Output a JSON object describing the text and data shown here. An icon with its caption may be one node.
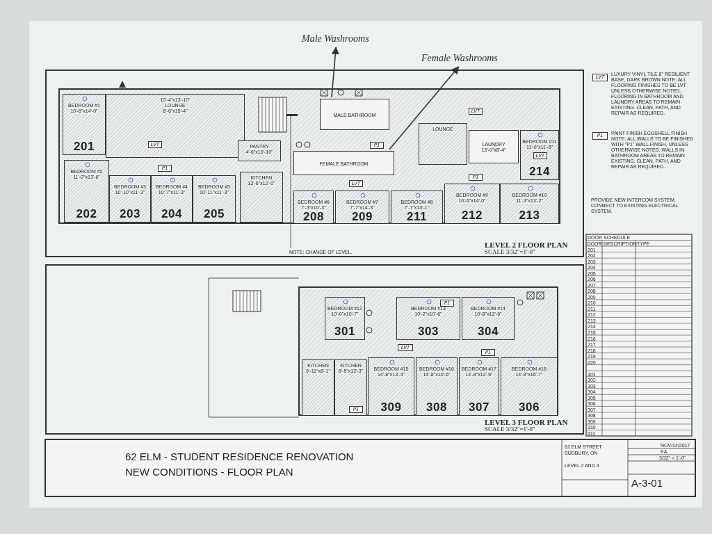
{
  "diagram": {
    "title": "62 ELM - STUDENT RESIDENCE RENOVATION",
    "nodes": [
      {
        "text": [
          "Male Washrooms"
        ]
      },
      {
        "text": [
          "Female Washrooms"
        ]
      },
      {
        "text": [
          "LEVEL 2 FLOOR PLAN",
          "SCALE 3/32\"=1'-0\""
        ]
      },
      {
        "text": [
          "BEDROOM #1",
          "10'-6\"x14'-0\"",
          "201"
        ],
        "in": 2
      },
      {
        "text": [
          "10'-4\"x13'-10\"",
          "LOUNGE",
          "8'-6\"x15'-4\""
        ],
        "in": 2
      },
      {
        "text": [
          "LVT"
        ],
        "in": 4
      },
      {
        "text": [
          "BEDROOM #2",
          "11'-0\"x13'-6\"",
          "202"
        ],
        "in": 2
      },
      {
        "text": [
          "P1"
        ],
        "in": 2
      },
      {
        "text": [
          "BEDROOM #3",
          "10'-10\"x11'-3\"",
          "203"
        ],
        "in": 2
      },
      {
        "text": [
          "BEDROOM #4",
          "10'-7\"x11'-3\"",
          "204"
        ],
        "in": 2
      },
      {
        "text": [
          "BEDROOM #5",
          "10'-11\"x11'-3\"",
          "205"
        ],
        "in": 2
      },
      {
        "text": [
          "PANTRY",
          "4'-6\"x10'-10\""
        ],
        "in": 2
      },
      {
        "text": [
          "KITCHEN",
          "13'-6\"x12'-0\""
        ],
        "in": 2
      },
      {
        "text": [
          "MALE BATHROOM"
        ],
        "in": 2
      },
      {
        "text": [
          "FEMALE BATHROOM"
        ],
        "in": 2
      },
      {
        "text": [
          "P1"
        ],
        "in": 2
      },
      {
        "text": [
          "LVT"
        ],
        "in": 2
      },
      {
        "text": [
          "LOUNGE"
        ],
        "in": 2
      },
      {
        "text": [
          "LAUNDRY",
          "13'-0\"x8'-4\""
        ],
        "in": 2
      },
      {
        "text": [
          "BEDROOM #11",
          "11'-0\"x11'-8\"",
          "214"
        ],
        "in": 2
      },
      {
        "text": [
          "LVT"
        ],
        "in": 19
      },
      {
        "text": [
          "LVT"
        ],
        "in": 2
      },
      {
        "text": [
          "P1"
        ],
        "in": 2
      },
      {
        "text": [
          "BEDROOM #6",
          "7'-3\"x10'-3\"",
          "208"
        ],
        "in": 2
      },
      {
        "text": [
          "BEDROOM #7",
          "7'-7\"x14'-3\"",
          "209"
        ],
        "in": 2
      },
      {
        "text": [
          "BEDROOM #8",
          "7'-7\"x13'-1\"",
          "211"
        ],
        "in": 2
      },
      {
        "text": [
          "BEDROOM #9",
          "10'-6\"x14'-0\"",
          "212"
        ],
        "in": 2
      },
      {
        "text": [
          "BEDROOM #10",
          "11'-3\"x13'-2\"",
          "213"
        ],
        "in": 2
      },
      {
        "text": [
          "NOTE: CHANGE OF LEVEL."
        ],
        "in": 2
      },
      {
        "text": [
          "LEVEL 3 FLOOR PLAN",
          "SCALE 3/32\"=1'-0\""
        ]
      },
      {
        "text": [
          "BEDROOM #12",
          "10'-0\"x10'-7\"",
          "301"
        ],
        "in": 29
      },
      {
        "text": [
          "BEDROOM #13",
          "10'-2\"x10'-6\"",
          "303"
        ],
        "in": 29
      },
      {
        "text": [
          "P1"
        ],
        "in": 31
      },
      {
        "text": [
          "BEDROOM #14",
          "10'-8\"x12'-6\"",
          "304"
        ],
        "in": 29
      },
      {
        "text": [
          "LVT"
        ],
        "in": 29
      },
      {
        "text": [
          "P1"
        ],
        "in": 29
      },
      {
        "text": [
          "KITCHEN",
          "9'-11\"x8'-1\""
        ],
        "in": 29
      },
      {
        "text": [
          "KITCHEN",
          "8'-5\"x12'-3\""
        ],
        "in": 29
      },
      {
        "text": [
          "P1"
        ],
        "in": 37
      },
      {
        "text": [
          "BEDROOM #15",
          "14'-8\"x13'-3\"",
          "309"
        ],
        "in": 29
      },
      {
        "text": [
          "BEDROOM #16",
          "14'-8\"x10'-6\"",
          "308"
        ],
        "in": 29
      },
      {
        "text": [
          "BEDROOM #17",
          "14'-8\"x12'-6\"",
          "307"
        ],
        "in": 29
      },
      {
        "text": [
          "BEDROOM #18",
          "14'-8\"x16'-7\"",
          "306"
        ],
        "in": 29
      },
      {
        "text": [
          "LUXURY VINYL TILE 8\" RESILIENT BASE, DARK BROWN NOTE: ALL FLOORING FINISHES TO BE LVT UNLESS OTHERWISE NOTED. FLOORING IN BATHROOM AND LAUNDRY AREAS TO REMAIN EXISTING. CLEAN, PATH, AND REPAIR AS REQUIRED.",
          "PAINT FINISH EGGSHELL FINISH NOTE: ALL WALLS TO BE FINISHED WITH \"P1\" WALL FINISH, UNLESS OTHERWISE NOTED. WALLS IN BATHROOM AREAS TO REMAIN EXISTING. CLEAN, PATH, AND REPAIR AS REQUIRED.",
          "PROVIDE NEW INTERCOM SYSTEM. CONNECT TO EXISTING ELECTRICAL SYSTEM."
        ]
      },
      {
        "text": [
          "LVT"
        ],
        "in": 43
      },
      {
        "text": [
          "P1"
        ],
        "in": 43
      },
      {
        "text": [],
        "shape": "bar",
        "in": 2
      }
    ],
    "edges": [
      {
        "from": 13,
        "to": 0,
        "arrow": "to"
      },
      {
        "from": 14,
        "to": 1,
        "arrow": "to"
      },
      {
        "from": 28,
        "to": 46,
        "arrow": "none"
      }
    ],
    "labels": [
      "DOOR SCHEDULE",
      "DOOR",
      "DESCRIPTION",
      "TYPE",
      "201",
      "202",
      "203",
      "204",
      "205",
      "206",
      "207",
      "208",
      "209",
      "210",
      "211",
      "212",
      "213",
      "214",
      "215",
      "216",
      "217",
      "218",
      "219",
      "220",
      "301",
      "302",
      "303",
      "304",
      "305",
      "306",
      "307",
      "308",
      "309",
      "310",
      "311",
      "NEW CONDITIONS - FLOOR PLAN",
      "62 ELM STREET",
      "SUDBURY, ON",
      "LEVEL 2 AND 3",
      "NOV/14/2017",
      "KA",
      "3/32\" = 1'-0\"",
      "A-3-01"
    ]
  }
}
